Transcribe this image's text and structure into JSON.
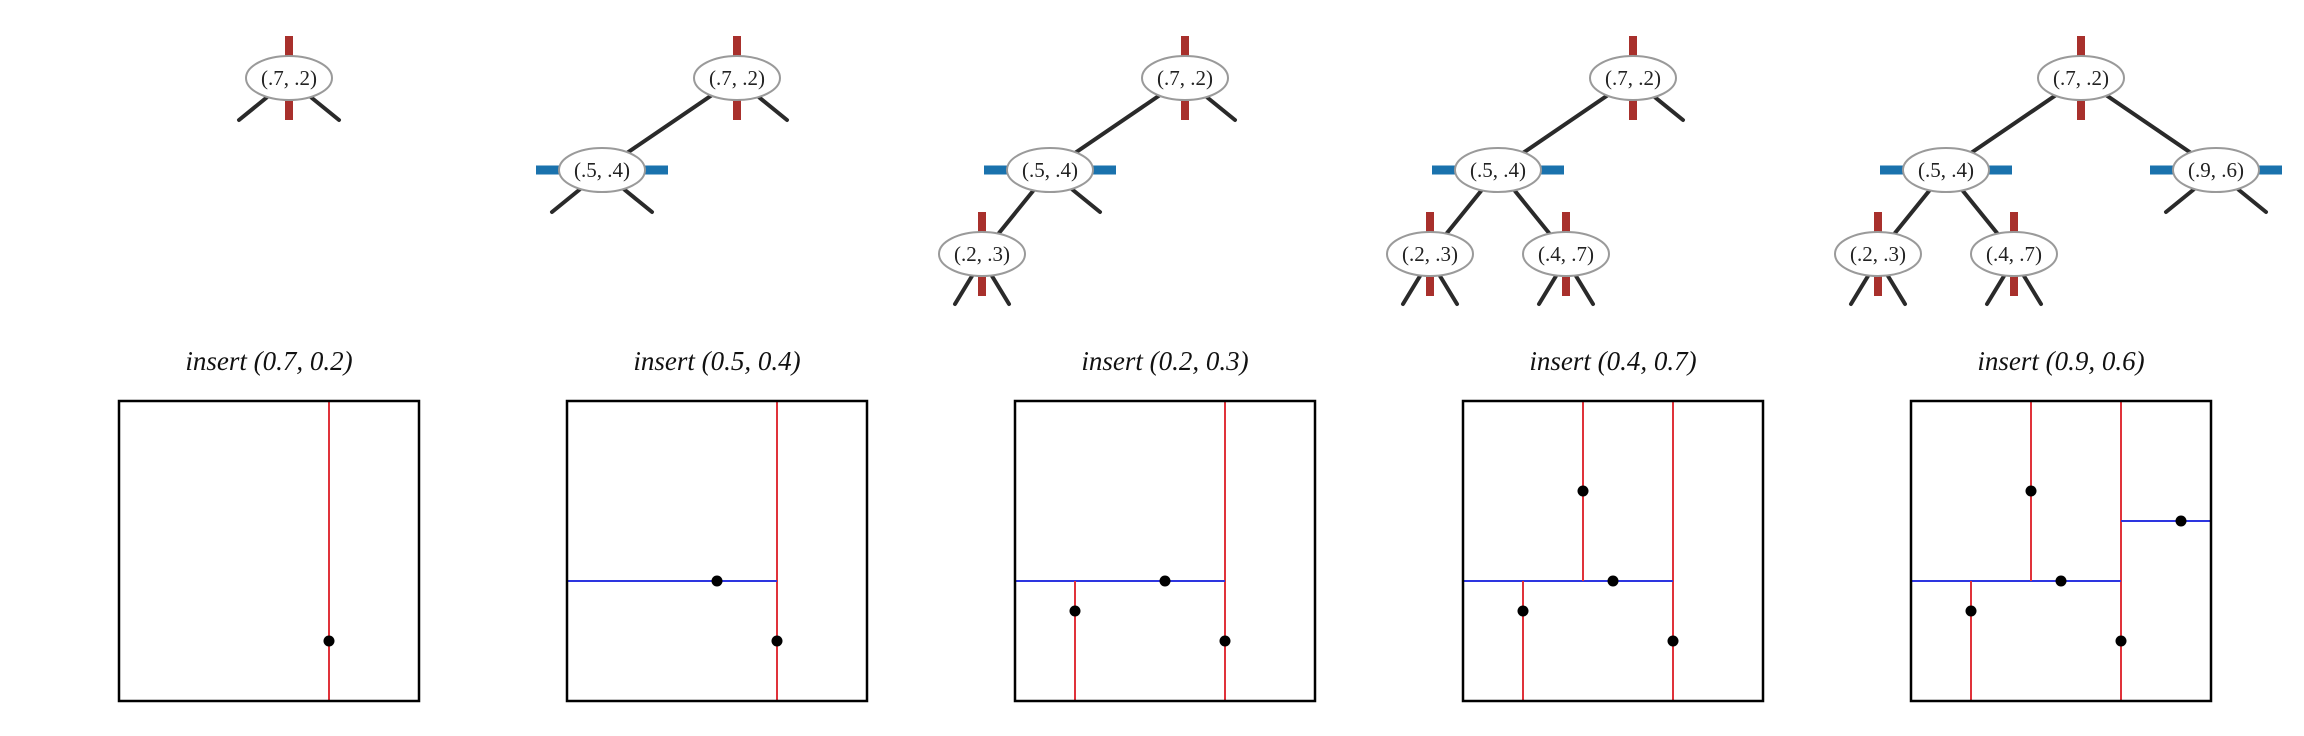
{
  "colors": {
    "vertical_split": "#e0323a",
    "horizontal_split": "#2d35e0",
    "tree_vertical_tick": "#a8302c",
    "tree_horizontal_tick": "#1a72ad",
    "tree_edge": "#2a2a2a",
    "node_fill": "#ffffff",
    "node_stroke": "#9a9a9a",
    "point": "#000000",
    "box": "#000000"
  },
  "steps": [
    {
      "caption": "insert (0.7, 0.2)",
      "tree": [
        {
          "label": "(.7, .2)",
          "split": "vertical",
          "parent": null,
          "side": null,
          "children": [
            null,
            null
          ]
        }
      ],
      "points": [
        [
          0.7,
          0.2
        ]
      ],
      "lines": [
        {
          "orientation": "vertical",
          "at": 0.7,
          "from": 0.0,
          "to": 1.0
        }
      ]
    },
    {
      "caption": "insert (0.5, 0.4)",
      "tree": [
        {
          "label": "(.7, .2)",
          "split": "vertical",
          "parent": null,
          "side": null,
          "children": [
            1,
            null
          ]
        },
        {
          "label": "(.5, .4)",
          "split": "horizontal",
          "parent": 0,
          "side": "left",
          "children": [
            null,
            null
          ]
        }
      ],
      "points": [
        [
          0.7,
          0.2
        ],
        [
          0.5,
          0.4
        ]
      ],
      "lines": [
        {
          "orientation": "vertical",
          "at": 0.7,
          "from": 0.0,
          "to": 1.0
        },
        {
          "orientation": "horizontal",
          "at": 0.4,
          "from": 0.0,
          "to": 0.7
        }
      ]
    },
    {
      "caption": "insert (0.2, 0.3)",
      "tree": [
        {
          "label": "(.7, .2)",
          "split": "vertical",
          "parent": null,
          "side": null,
          "children": [
            1,
            null
          ]
        },
        {
          "label": "(.5, .4)",
          "split": "horizontal",
          "parent": 0,
          "side": "left",
          "children": [
            2,
            null
          ]
        },
        {
          "label": "(.2, .3)",
          "split": "vertical",
          "parent": 1,
          "side": "left",
          "children": [
            null,
            null
          ]
        }
      ],
      "points": [
        [
          0.7,
          0.2
        ],
        [
          0.5,
          0.4
        ],
        [
          0.2,
          0.3
        ]
      ],
      "lines": [
        {
          "orientation": "vertical",
          "at": 0.7,
          "from": 0.0,
          "to": 1.0
        },
        {
          "orientation": "horizontal",
          "at": 0.4,
          "from": 0.0,
          "to": 0.7
        },
        {
          "orientation": "vertical",
          "at": 0.2,
          "from": 0.0,
          "to": 0.4
        }
      ]
    },
    {
      "caption": "insert (0.4, 0.7)",
      "tree": [
        {
          "label": "(.7, .2)",
          "split": "vertical",
          "parent": null,
          "side": null,
          "children": [
            1,
            null
          ]
        },
        {
          "label": "(.5, .4)",
          "split": "horizontal",
          "parent": 0,
          "side": "left",
          "children": [
            2,
            3
          ]
        },
        {
          "label": "(.2, .3)",
          "split": "vertical",
          "parent": 1,
          "side": "left",
          "children": [
            null,
            null
          ]
        },
        {
          "label": "(.4, .7)",
          "split": "vertical",
          "parent": 1,
          "side": "right",
          "children": [
            null,
            null
          ]
        }
      ],
      "points": [
        [
          0.7,
          0.2
        ],
        [
          0.5,
          0.4
        ],
        [
          0.2,
          0.3
        ],
        [
          0.4,
          0.7
        ]
      ],
      "lines": [
        {
          "orientation": "vertical",
          "at": 0.7,
          "from": 0.0,
          "to": 1.0
        },
        {
          "orientation": "horizontal",
          "at": 0.4,
          "from": 0.0,
          "to": 0.7
        },
        {
          "orientation": "vertical",
          "at": 0.2,
          "from": 0.0,
          "to": 0.4
        },
        {
          "orientation": "vertical",
          "at": 0.4,
          "from": 0.4,
          "to": 1.0
        }
      ]
    },
    {
      "caption": "insert (0.9, 0.6)",
      "tree": [
        {
          "label": "(.7, .2)",
          "split": "vertical",
          "parent": null,
          "side": null,
          "children": [
            1,
            4
          ]
        },
        {
          "label": "(.5, .4)",
          "split": "horizontal",
          "parent": 0,
          "side": "left",
          "children": [
            2,
            3
          ]
        },
        {
          "label": "(.2, .3)",
          "split": "vertical",
          "parent": 1,
          "side": "left",
          "children": [
            null,
            null
          ]
        },
        {
          "label": "(.4, .7)",
          "split": "vertical",
          "parent": 1,
          "side": "right",
          "children": [
            null,
            null
          ]
        },
        {
          "label": "(.9, .6)",
          "split": "horizontal",
          "parent": 0,
          "side": "right",
          "children": [
            null,
            null
          ]
        }
      ],
      "points": [
        [
          0.7,
          0.2
        ],
        [
          0.5,
          0.4
        ],
        [
          0.2,
          0.3
        ],
        [
          0.4,
          0.7
        ],
        [
          0.9,
          0.6
        ]
      ],
      "lines": [
        {
          "orientation": "vertical",
          "at": 0.7,
          "from": 0.0,
          "to": 1.0
        },
        {
          "orientation": "horizontal",
          "at": 0.4,
          "from": 0.0,
          "to": 0.7
        },
        {
          "orientation": "vertical",
          "at": 0.2,
          "from": 0.0,
          "to": 0.4
        },
        {
          "orientation": "vertical",
          "at": 0.4,
          "from": 0.4,
          "to": 1.0
        },
        {
          "orientation": "horizontal",
          "at": 0.6,
          "from": 0.7,
          "to": 1.0
        }
      ]
    }
  ]
}
